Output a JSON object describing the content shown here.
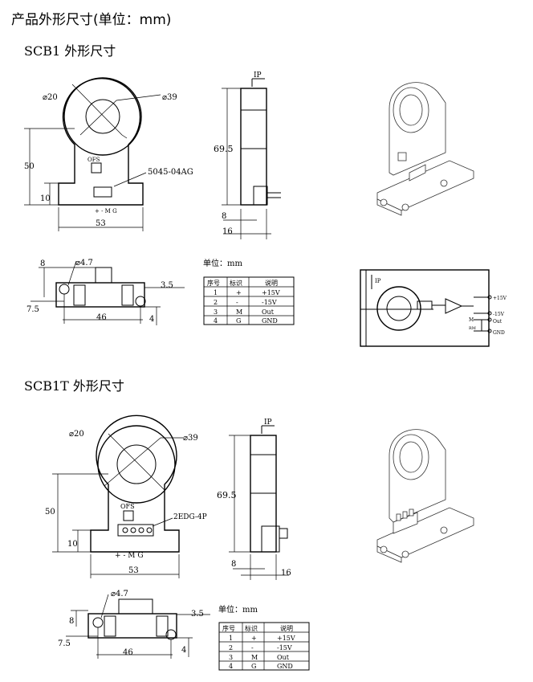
{
  "page_title": "产品外形尺寸(单位：mm)",
  "sections": [
    {
      "title": "SCB1 外形尺寸",
      "connector": "5045-04AG"
    },
    {
      "title": "SCB1T 外形尺寸",
      "connector": "2EDG-4P"
    }
  ],
  "dims": {
    "inner_dia": "⌀20",
    "outer_dia": "⌀39",
    "height": "50",
    "base_height": "10",
    "width": "53",
    "side_height": "69.5",
    "side_base": "8",
    "side_width": "16",
    "hole_dia": "⌀4.7",
    "bottom_left_h": "8",
    "bottom_right": "3.5",
    "bottom_left_offset": "7.5",
    "bottom_pitch": "46",
    "bottom_small": "4"
  },
  "labels": {
    "ofs": "OFS",
    "pins_row": "+ - M G",
    "ip": "IP",
    "unit": "单位：mm"
  },
  "pin_table": {
    "headers": [
      "序号",
      "标识",
      "说明"
    ],
    "rows": [
      [
        "1",
        "+",
        "+15V"
      ],
      [
        "2",
        "-",
        "-15V"
      ],
      [
        "3",
        "M",
        "Out"
      ],
      [
        "4",
        "G",
        "GND"
      ]
    ]
  },
  "schematic": {
    "ip": "IP",
    "plus15": "+15V",
    "minus15": "-15V",
    "out": "Out",
    "gnd": "GND",
    "m": "M",
    "rm": "RM"
  }
}
